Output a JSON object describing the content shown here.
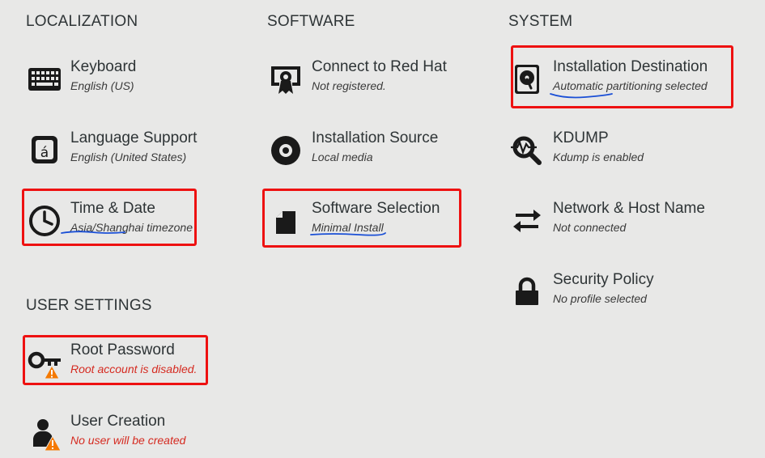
{
  "sections": {
    "localization": "LOCALIZATION",
    "software": "SOFTWARE",
    "system": "SYSTEM",
    "user_settings": "USER SETTINGS"
  },
  "spokes": {
    "keyboard": {
      "title": "Keyboard",
      "status": "English (US)",
      "icon": "keyboard-icon"
    },
    "language": {
      "title": "Language Support",
      "status": "English (United States)",
      "icon": "language-icon"
    },
    "timedate": {
      "title": "Time & Date",
      "status": "Asia/Shanghai timezone",
      "icon": "clock-icon"
    },
    "redhat": {
      "title": "Connect to Red Hat",
      "status": "Not registered.",
      "icon": "subscription-icon"
    },
    "source": {
      "title": "Installation Source",
      "status": "Local media",
      "icon": "disc-icon"
    },
    "software": {
      "title": "Software Selection",
      "status": "Minimal Install",
      "icon": "package-icon"
    },
    "destination": {
      "title": "Installation Destination",
      "status": "Automatic partitioning selected",
      "icon": "harddisk-icon"
    },
    "kdump": {
      "title": "KDUMP",
      "status": "Kdump is enabled",
      "icon": "kdump-icon"
    },
    "network": {
      "title": "Network & Host Name",
      "status": "Not connected",
      "icon": "network-arrows-icon"
    },
    "security": {
      "title": "Security Policy",
      "status": "No profile selected",
      "icon": "lock-icon"
    },
    "root": {
      "title": "Root Password",
      "status": "Root account is disabled.",
      "icon": "key-warning-icon"
    },
    "user": {
      "title": "User Creation",
      "status": "No user will be created",
      "icon": "user-warning-icon"
    }
  },
  "colors": {
    "highlight_box": "#ee1111",
    "underline": "#1a4fd6",
    "warning_text": "#d52a20",
    "warning_badge": "#f57900"
  }
}
